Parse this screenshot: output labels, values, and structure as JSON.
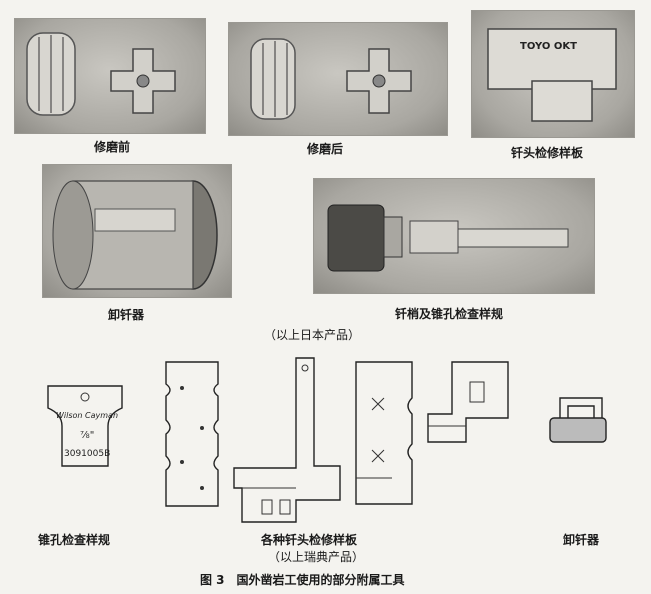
{
  "japan": {
    "captions": {
      "before": "修磨前",
      "after": "修磨后",
      "bit_template": "钎头检修样板",
      "extractor": "卸钎器",
      "shank_gauge": "钎梢及锥孔检查样规"
    },
    "group_note": "（以上日本产品）",
    "template_brand": "TOYO OKT"
  },
  "sweden": {
    "captions": {
      "taper_gauge": "锥孔检查样规",
      "templates_line1": "各种钎头检修样板",
      "templates_line2": "（以上瑞典产品）",
      "extractor": "卸钎器"
    },
    "gauge_text": {
      "brand": "Wilson Cayman",
      "size": "⅞\"",
      "code": "3091005B"
    }
  },
  "figure_caption": "图 3　国外凿岩工使用的部分附属工具"
}
